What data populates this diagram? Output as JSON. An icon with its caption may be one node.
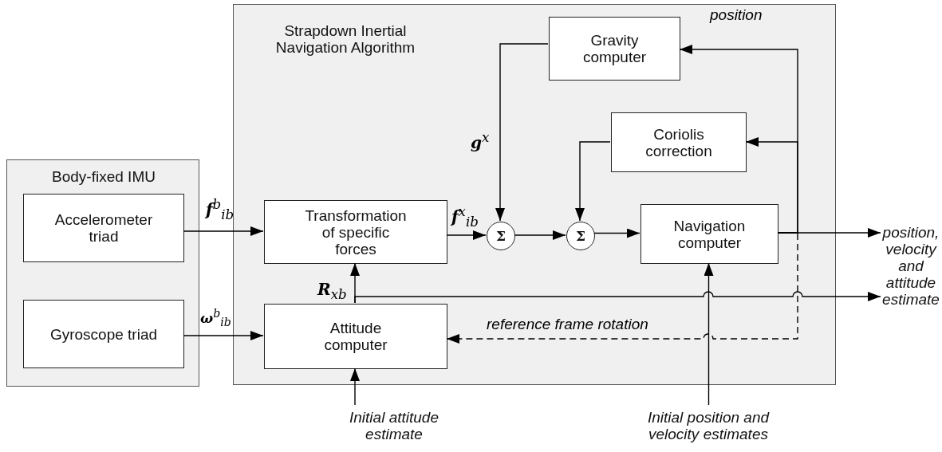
{
  "diagram": {
    "nodes": [
      {
        "text": [
          "Body-fixed IMU"
        ]
      },
      {
        "text": [
          "Accelerometer triad"
        ],
        "in": 0
      },
      {
        "text": [
          "Gyroscope triad"
        ],
        "in": 0
      },
      {
        "text": [
          "Strapdown Inertial Navigation Algorithm"
        ]
      },
      {
        "text": [
          "Gravity computer"
        ],
        "in": 3
      },
      {
        "text": [
          "Coriolis correction"
        ],
        "in": 3
      },
      {
        "text": [
          "Transformation of specific forces"
        ],
        "in": 3
      },
      {
        "text": [
          "Σ"
        ],
        "in": 3
      },
      {
        "text": [
          "Σ"
        ],
        "in": 3
      },
      {
        "text": [
          "Navigation computer"
        ],
        "in": 3
      },
      {
        "text": [
          "Attitude computer"
        ],
        "in": 3
      },
      {
        "text": [
          "Initial attitude estimate"
        ]
      },
      {
        "text": [
          "Initial position and velocity estimates"
        ]
      },
      {
        "text": [
          "position, velocity and attitude estimate"
        ]
      }
    ],
    "edges": [
      {
        "from": 1,
        "to": 6,
        "arrow": "to",
        "label": "**f**$^{b}$$_{ib}$"
      },
      {
        "from": 2,
        "to": 10,
        "arrow": "to",
        "label": "**ω**$^{b}$$_{ib}$"
      },
      {
        "from": 6,
        "to": 7,
        "arrow": "to",
        "label": "**f**$^{x}$$_{ib}$"
      },
      {
        "from": 4,
        "to": 7,
        "arrow": "to",
        "label": "**g**$^{x}$"
      },
      {
        "from": 7,
        "to": 8,
        "arrow": "to"
      },
      {
        "from": 5,
        "to": 8,
        "arrow": "to"
      },
      {
        "from": 8,
        "to": 9,
        "arrow": "to"
      },
      {
        "from": 9,
        "to": 4,
        "arrow": "to",
        "label": "position"
      },
      {
        "from": 9,
        "to": 5,
        "arrow": "to"
      },
      {
        "from": 9,
        "to": 13,
        "arrow": "to"
      },
      {
        "from": 10,
        "to": 6,
        "arrow": "to",
        "label": "**R**$_{xb}$"
      },
      {
        "from": 10,
        "to": 13,
        "arrow": "to"
      },
      {
        "from": 9,
        "to": 10,
        "arrow": "to",
        "style": "dashed",
        "label": "reference frame rotation"
      },
      {
        "from": 11,
        "to": 10,
        "arrow": "to"
      },
      {
        "from": 12,
        "to": 9,
        "arrow": "to"
      }
    ]
  }
}
